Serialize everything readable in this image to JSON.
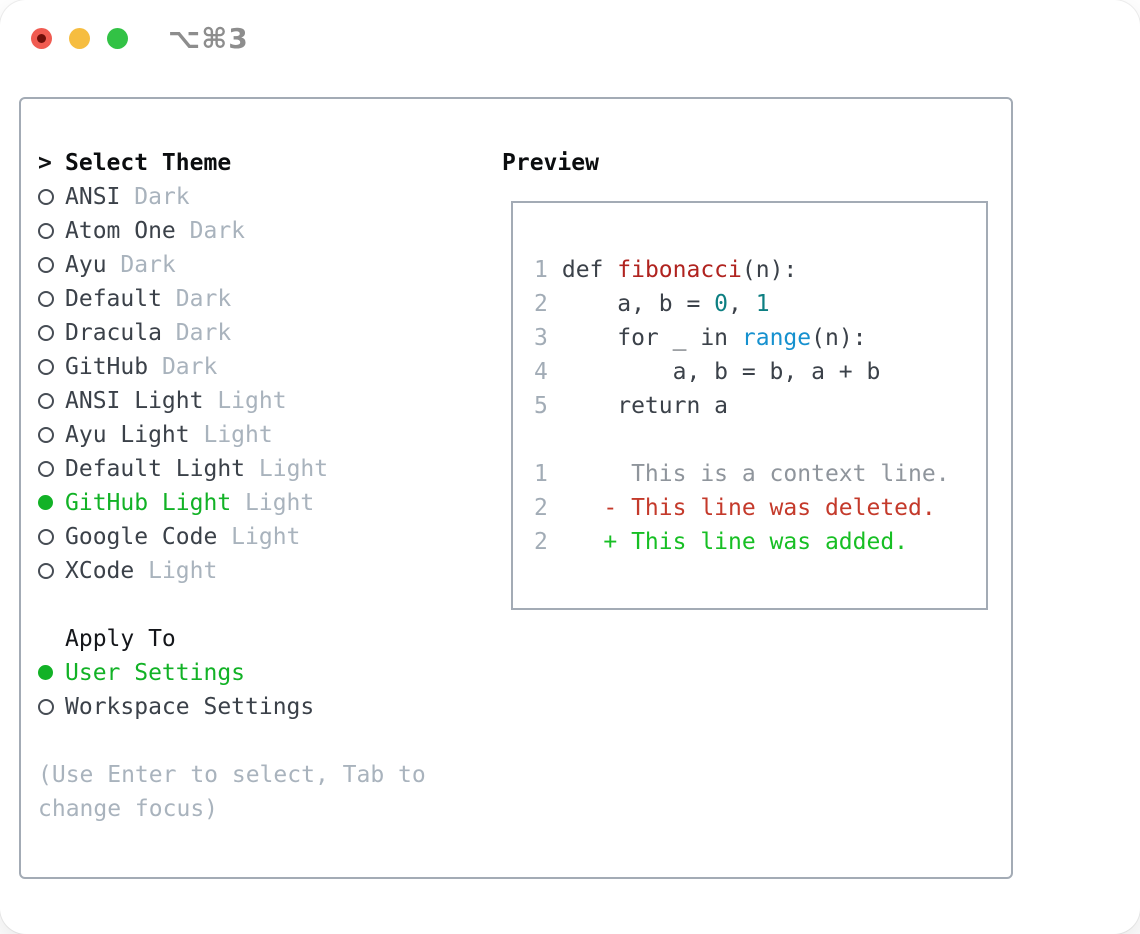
{
  "window": {
    "title": "⌥⌘3"
  },
  "theme_list": {
    "header": {
      "prefix": ">",
      "label": "Select Theme"
    },
    "items": [
      {
        "name": "ANSI",
        "tag": "Dark",
        "selected": false
      },
      {
        "name": "Atom One",
        "tag": "Dark",
        "selected": false
      },
      {
        "name": "Ayu",
        "tag": "Dark",
        "selected": false
      },
      {
        "name": "Default",
        "tag": "Dark",
        "selected": false
      },
      {
        "name": "Dracula",
        "tag": "Dark",
        "selected": false
      },
      {
        "name": "GitHub",
        "tag": "Dark",
        "selected": false
      },
      {
        "name": "ANSI Light",
        "tag": "Light",
        "selected": false
      },
      {
        "name": "Ayu Light",
        "tag": "Light",
        "selected": false
      },
      {
        "name": "Default Light",
        "tag": "Light",
        "selected": false
      },
      {
        "name": "GitHub Light",
        "tag": "Light",
        "selected": true
      },
      {
        "name": "Google Code",
        "tag": "Light",
        "selected": false
      },
      {
        "name": "XCode",
        "tag": "Light",
        "selected": false
      }
    ]
  },
  "apply_to": {
    "header": "Apply To",
    "options": [
      {
        "name": "User Settings",
        "selected": true
      },
      {
        "name": "Workspace Settings",
        "selected": false
      }
    ]
  },
  "help_lines": [
    "(Use Enter to select, Tab to",
    "change focus)"
  ],
  "preview": {
    "header": "Preview",
    "lines": [
      {
        "num": "1",
        "segments": [
          {
            "t": " def ",
            "c": "plain"
          },
          {
            "t": "fibonacci",
            "c": "func"
          },
          {
            "t": "(n):",
            "c": "plain"
          }
        ]
      },
      {
        "num": "2",
        "segments": [
          {
            "t": "     a, b = ",
            "c": "plain"
          },
          {
            "t": "0",
            "c": "num"
          },
          {
            "t": ", ",
            "c": "plain"
          },
          {
            "t": "1",
            "c": "num"
          }
        ]
      },
      {
        "num": "3",
        "segments": [
          {
            "t": "     for _ in ",
            "c": "plain"
          },
          {
            "t": "range",
            "c": "builtin"
          },
          {
            "t": "(n):",
            "c": "plain"
          }
        ]
      },
      {
        "num": "4",
        "segments": [
          {
            "t": "         a, b = b, a + b",
            "c": "plain"
          }
        ]
      },
      {
        "num": "5",
        "segments": [
          {
            "t": "     return a",
            "c": "plain"
          }
        ]
      },
      {
        "num": "",
        "segments": []
      },
      {
        "num": "1",
        "segments": [
          {
            "t": "      This is a context line.",
            "c": "context"
          }
        ]
      },
      {
        "num": "2",
        "segments": [
          {
            "t": "    - This line was deleted.",
            "c": "deleted"
          }
        ]
      },
      {
        "num": "2",
        "segments": [
          {
            "t": "    + This line was added.",
            "c": "added"
          }
        ]
      }
    ]
  },
  "colors": {
    "accent_green": "#12b226",
    "muted_gray": "#a9b3bd",
    "panel_border": "#a3abb5",
    "code_function_red": "#b0231f",
    "code_number_teal": "#0d7f82",
    "code_builtin_blue": "#1691cf",
    "diff_context_gray": "#8f959c",
    "diff_deleted_red": "#c43a2b",
    "diff_added_green": "#17bf24",
    "traffic_red": "#f05b51",
    "traffic_yellow": "#f6bd40",
    "traffic_green": "#32c245"
  }
}
